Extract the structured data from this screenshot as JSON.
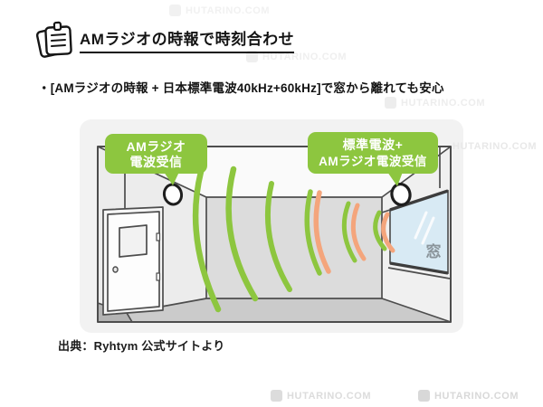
{
  "header": {
    "title": "AMラジオの時報で時刻合わせ"
  },
  "bullet": {
    "text": "・[AMラジオの時報 + 日本標準電波40kHz+60kHz]で窓から離れても安心"
  },
  "figure": {
    "callouts": {
      "left": {
        "line1": "AMラジオ",
        "line2": "電波受信"
      },
      "right": {
        "line1": "標準電波+",
        "line2": "AMラジオ電波受信"
      }
    },
    "window_label": "窓",
    "colors": {
      "wave_green": "#8dc63f",
      "wave_orange": "#f4a57c",
      "glass_blue": "#d8eaf4",
      "panel_bg": "#f2f2f2"
    }
  },
  "source": {
    "text": "出典：Ryhtym 公式サイトより"
  },
  "watermark": {
    "text": "HUTARINO.COM"
  }
}
